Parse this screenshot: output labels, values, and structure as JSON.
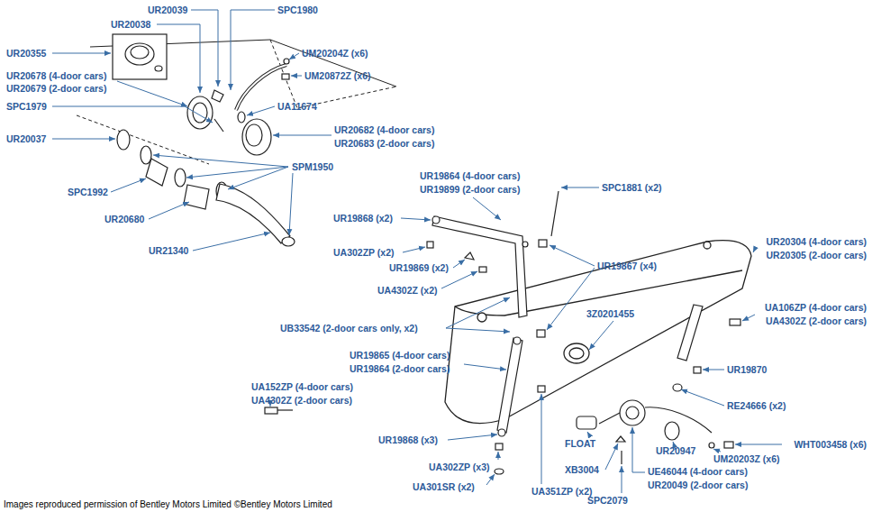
{
  "diagram": {
    "caption": "Images reproduced permission of Bentley Motors Limited ©Bentley Motors Limited",
    "labels": [
      "UR20039",
      "SPC1980",
      "UR20038",
      "UM20204Z (x6)",
      "UR20355",
      "UM20872Z (x6)",
      "UR20678 (4-door cars)",
      "UR20679 (2-door cars)",
      "UA11674",
      "SPC1979",
      "UR20682 (4-door cars)",
      "UR20683 (2-door cars)",
      "UR20037",
      "SPM1950",
      "UR19864 (4-door cars)",
      "UR19899 (2-door cars)",
      "SPC1881 (x2)",
      "SPC1992",
      "UR19868 (x2)",
      "UR20680",
      "UR20304 (4-door cars)",
      "UR20305 (2-door cars)",
      "UR21340",
      "UA302ZP (x2)",
      "UR19867 (x4)",
      "UR19869 (x2)",
      "UA4302Z (x2)",
      "UA106ZP (4-door cars)",
      "UA4302Z (2-door cars)",
      "3Z0201455",
      "UB33542 (2-door cars only, x2)",
      "UR19865 (4-door cars)",
      "UR19864 (2-door cars)",
      "UR19870",
      "UA152ZP (4-door cars)",
      "UA4302Z (2-door cars)",
      "RE24666 (x2)",
      "UR19868 (x3)",
      "FLOAT",
      "WHT003458 (x6)",
      "UR20947",
      "UM20203Z (x6)",
      "UA302ZP (x3)",
      "XB3004",
      "UE46044 (4-door cars)",
      "UR20049 (2-door cars)",
      "UA301SR (x2)",
      "UA351ZP (x2)",
      "SPC2079"
    ]
  }
}
